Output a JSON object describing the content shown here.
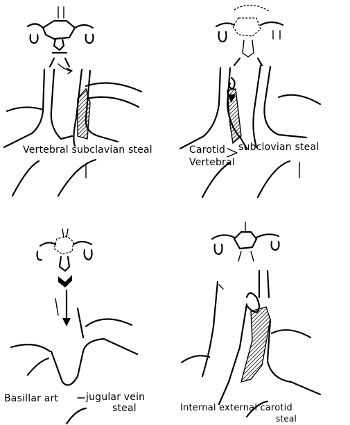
{
  "panels": [
    {
      "id": "vertebral-subclavian",
      "caption_lines": [
        "Vertebral subclavian steal"
      ]
    },
    {
      "id": "carotid-vertebral-subclavian",
      "caption_lines": [
        "Carotid",
        "subclovian steal",
        "Vertebral"
      ]
    },
    {
      "id": "basillar-jugular",
      "caption_lines": [
        "Basillar art",
        "jugular vein",
        "steal"
      ]
    },
    {
      "id": "internal-external-carotid",
      "caption_lines": [
        "Internal external carotid",
        "steal"
      ]
    }
  ]
}
